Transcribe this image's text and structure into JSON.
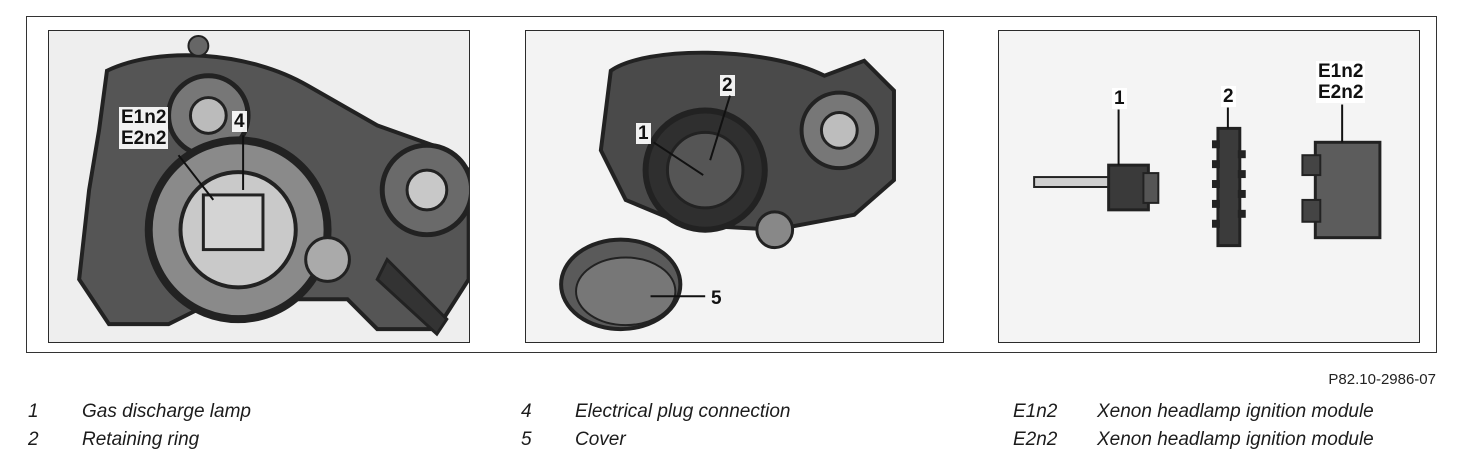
{
  "figure": {
    "code": "P82.10-2986-07",
    "panels": [
      {
        "callouts": {
          "module_line1": "E1n2",
          "module_line2": "E2n2",
          "plug": "4"
        }
      },
      {
        "callouts": {
          "lamp": "1",
          "ring": "2",
          "cover": "5"
        }
      },
      {
        "callouts": {
          "lamp": "1",
          "ring": "2",
          "module_line1": "E1n2",
          "module_line2": "E2n2"
        }
      }
    ]
  },
  "legend": [
    {
      "num": "1",
      "text": "Gas discharge lamp"
    },
    {
      "num": "2",
      "text": "Retaining ring"
    },
    {
      "num": "4",
      "text": "Electrical plug connection"
    },
    {
      "num": "5",
      "text": "Cover"
    },
    {
      "num": "E1n2",
      "text": "Xenon headlamp ignition module"
    },
    {
      "num": "E2n2",
      "text": "Xenon headlamp ignition module"
    }
  ]
}
